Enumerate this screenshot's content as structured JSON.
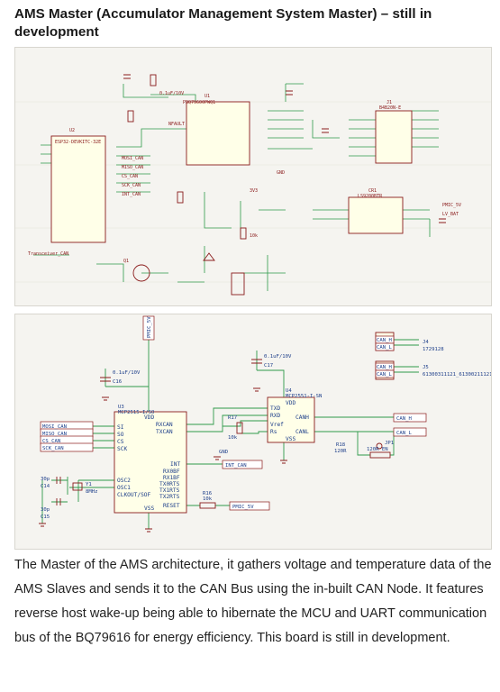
{
  "page": {
    "title": "AMS Master (Accumulator Management System Master) – still in development",
    "caption": "The Master of the AMS architecture, it gathers voltage and temperature data of the AMS Slaves and sends it to the CAN Bus using the in-built CAN Node. It features reverse host wake-up being able to hibernate the MCU and UART communication bus of the BQ79616 for energy efficiency. This board is still in development."
  },
  "schematic_top": {
    "u1_ref": "U1",
    "u1_part": "PBQ79600PWQ1",
    "u2_ref": "U2",
    "u2_part": "ESP32-DEVKITC-32E",
    "j1_ref": "J1",
    "j1_part": "B4B20N-E",
    "cr1_ref": "CR1",
    "cr1_part": "LS9200BTR",
    "net_mosi": "MOSI_CAN",
    "net_miso": "MISO_CAN",
    "net_cs": "CS_CAN",
    "net_sck": "SCK_CAN",
    "net_int": "INT_CAN",
    "net_nfault": "NFAULT",
    "net_5v": "PMIC_5V",
    "net_bat": "LV_BAT",
    "net_gnd": "GND",
    "net_3v3": "3V3",
    "transceiver_lbl": "Transceiver_CAN",
    "q1_ref": "Q1",
    "c_ref": "0.1uF/10V",
    "r_ref": "10k"
  },
  "schematic_bottom": {
    "u3_ref": "U3",
    "u3_part": "MCP2515-I/SO",
    "u4_ref": "U4",
    "u4_part": "MCP2551-I-SN",
    "j4_ref": "J4",
    "j4_part": "1729128",
    "j5_ref": "J5",
    "j5_part": "61300311121_61300211121",
    "net_pmic": "PMIC_5V",
    "net_gnd": "GND",
    "net_int_can": "INT_CAN",
    "net_can_h": "CAN_H",
    "net_can_l": "CAN_L",
    "net_mosi": "MOSI_CAN",
    "net_miso": "MISO_CAN",
    "net_cs": "CS_CAN",
    "net_sck": "SCK_CAN",
    "c16_ref": "C16",
    "c16_val": "0.1uF/10V",
    "c17_ref": "C17",
    "c17_val": "0.1uF/10V",
    "c14_ref": "C14",
    "c14_val": "30p",
    "c15_ref": "C15",
    "c15_val": "30p",
    "y1_ref": "Y1",
    "y1_val": "8MHz",
    "r16_ref": "R16",
    "r16_val": "10k",
    "r17_ref": "R17",
    "r17_val": "10k",
    "r18_ref": "R18",
    "r18_val": "120R",
    "jp1_ref": "JP1",
    "jp1_val": "120R EN",
    "pin_si": "SI",
    "pin_so": "SO",
    "pin_cs": "CS",
    "pin_sck": "SCK",
    "pin_osc2": "OSC2",
    "pin_osc1": "OSC1",
    "pin_clkout": "CLKOUT/SOF",
    "pin_rxcan": "RXCAN",
    "pin_txcan": "TXCAN",
    "pin_int": "INT",
    "pin_rx0bf": "RX0BF",
    "pin_rx1bf": "RX1BF",
    "pin_tx0rts": "TX0RTS",
    "pin_tx1rts": "TX1RTS",
    "pin_tx2rts": "TX2RTS",
    "pin_reset": "RESET",
    "pin_vdd": "VDD",
    "pin_vss": "VSS",
    "pin_txd": "TXD",
    "pin_rxd": "RXD",
    "pin_vref": "Vref",
    "pin_rs": "Rs",
    "pin_canh": "CANH",
    "pin_canl": "CANL"
  }
}
